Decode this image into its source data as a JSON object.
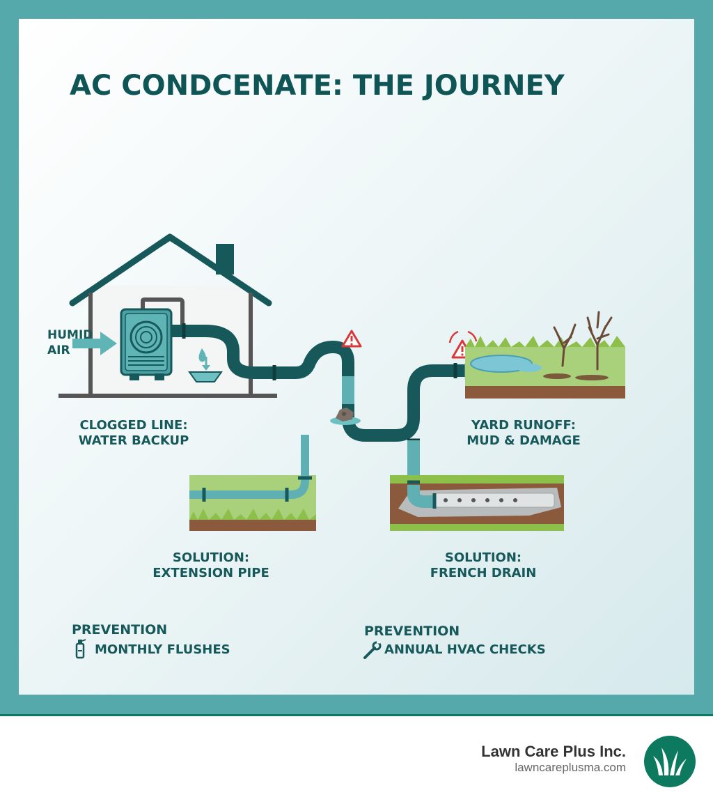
{
  "title": "AC CONDCENATE: THE JOURNEY",
  "labels": {
    "humid_air_1": "HUMID",
    "humid_air_2": "AIR",
    "clogged_1": "CLOGGED LINE:",
    "clogged_2": "WATER BACKUP",
    "runoff_1": "YARD RUNOFF:",
    "runoff_2": "MUD & DAMAGE",
    "sol_ext_1": "SOLUTION:",
    "sol_ext_2": "EXTENSION PIPE",
    "sol_french_1": "SOLUTION:",
    "sol_french_2": "FRENCH DRAIN"
  },
  "prevention": [
    {
      "heading": "PREVENTION",
      "text": "MONTHLY FLUSHES",
      "icon": "spray-bottle-icon"
    },
    {
      "heading": "PREVENTION",
      "text": "ANNUAL HVAC CHECKS",
      "icon": "wrench-icon"
    }
  ],
  "footer": {
    "brand": "Lawn Care Plus Inc.",
    "url": "lawncareplusma.com",
    "logo_icon": "grass-logo-icon"
  },
  "colors": {
    "frame": "#56a9ab",
    "pipe_dark": "#17595a",
    "pipe_light": "#5fb0b3",
    "grass": "#8dc04a",
    "soil": "#8b5a3c",
    "warning": "#d9383a",
    "brand_green": "#0d7a60"
  }
}
